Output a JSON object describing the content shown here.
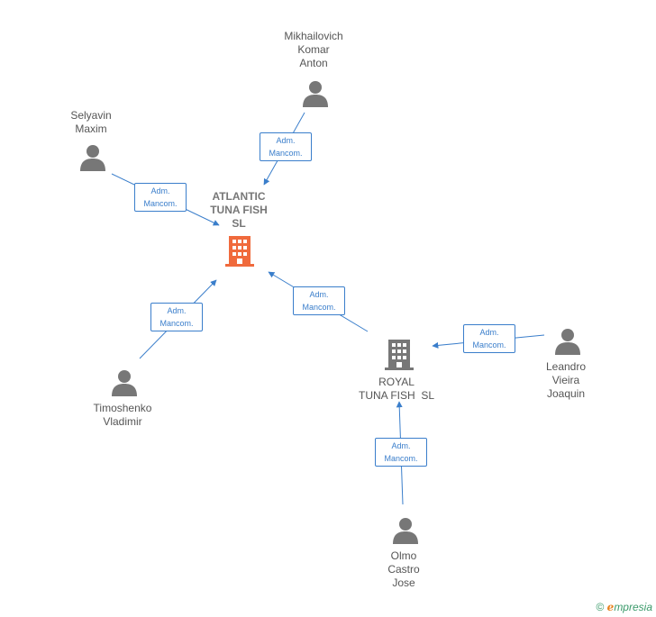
{
  "nodes": {
    "atlantic": {
      "label": [
        "ATLANTIC",
        "TUNA FISH",
        "SL"
      ]
    },
    "royal": {
      "label": [
        "ROYAL",
        "TUNA FISH  SL"
      ]
    },
    "mikhailovich": {
      "label": [
        "Mikhailovich",
        "Komar",
        "Anton"
      ]
    },
    "selyavin": {
      "label": [
        "Selyavin",
        "Maxim"
      ]
    },
    "timoshenko": {
      "label": [
        "Timoshenko",
        "Vladimir"
      ]
    },
    "leandro": {
      "label": [
        "Leandro",
        "Vieira",
        "Joaquin"
      ]
    },
    "olmo": {
      "label": [
        "Olmo",
        "Castro",
        "Jose"
      ]
    }
  },
  "edges": [
    {
      "from": "mikhailovich",
      "to": "atlantic",
      "label": [
        "Adm.",
        "Mancom."
      ]
    },
    {
      "from": "selyavin",
      "to": "atlantic",
      "label": [
        "Adm.",
        "Mancom."
      ]
    },
    {
      "from": "timoshenko",
      "to": "atlantic",
      "label": [
        "Adm.",
        "Mancom."
      ]
    },
    {
      "from": "royal",
      "to": "atlantic",
      "label": [
        "Adm.",
        "Mancom."
      ]
    },
    {
      "from": "leandro",
      "to": "royal",
      "label": [
        "Adm.",
        "Mancom."
      ]
    },
    {
      "from": "olmo",
      "to": "royal",
      "label": [
        "Adm.",
        "Mancom."
      ]
    }
  ],
  "colors": {
    "edge": "#3a7ecb",
    "person_icon": "#777777",
    "company_main": "#f06a3c",
    "company_other": "#777777"
  },
  "footer": {
    "copyright": "©",
    "brand_e": "e",
    "brand_rest": "mpresia"
  }
}
